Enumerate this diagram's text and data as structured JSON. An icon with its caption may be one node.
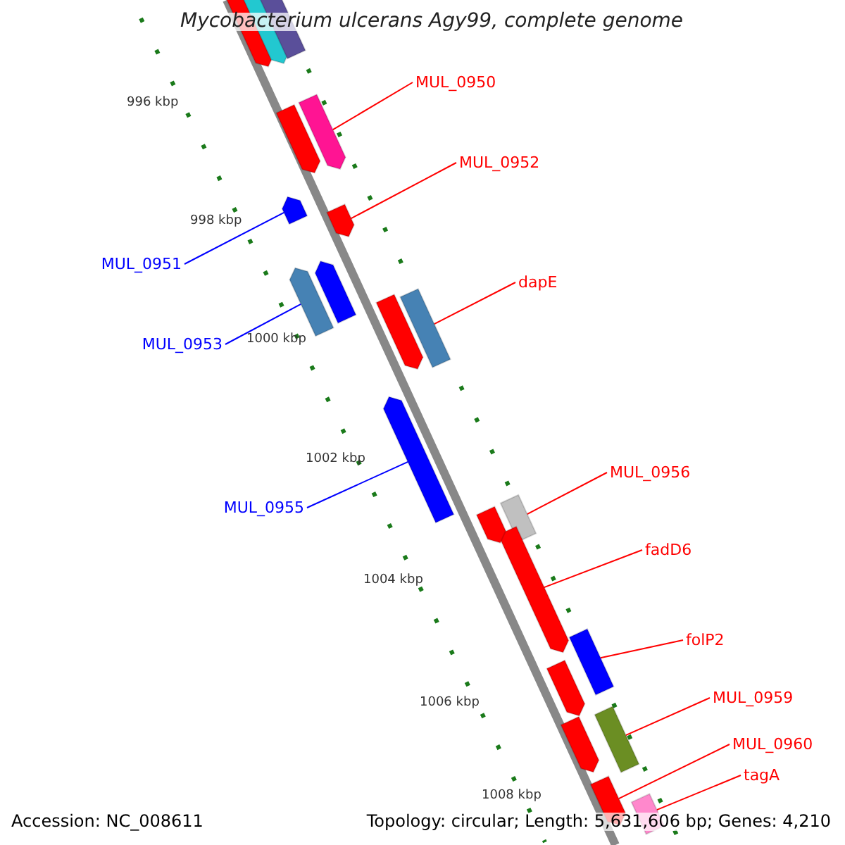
{
  "diagram": {
    "title": "Mycobacterium ulcerans Agy99, complete genome",
    "nodes": [
      {
        "text": [
          "MUL_0950"
        ]
      },
      {
        "text": [],
        "shape": "bar"
      },
      {
        "text": [
          "MUL_0952"
        ]
      },
      {
        "text": [],
        "shape": "bar"
      },
      {
        "text": [
          "MUL_0951"
        ]
      },
      {
        "text": [],
        "shape": "bar"
      },
      {
        "text": [
          "MUL_0953"
        ]
      },
      {
        "text": [],
        "shape": "bar"
      },
      {
        "text": [
          "dapE"
        ]
      },
      {
        "text": [],
        "shape": "bar"
      },
      {
        "text": [
          "MUL_0955"
        ]
      },
      {
        "text": [],
        "shape": "bar"
      },
      {
        "text": [
          "MUL_0956"
        ]
      },
      {
        "text": [],
        "shape": "bar"
      },
      {
        "text": [
          "fadD6"
        ]
      },
      {
        "text": [],
        "shape": "bar"
      },
      {
        "text": [
          "folP2"
        ]
      },
      {
        "text": [],
        "shape": "bar"
      },
      {
        "text": [
          "MUL_0959"
        ]
      },
      {
        "text": [],
        "shape": "bar"
      },
      {
        "text": [
          "MUL_0960"
        ]
      },
      {
        "text": [],
        "shape": "bar"
      },
      {
        "text": [
          "tagA"
        ]
      },
      {
        "text": [],
        "shape": "bar"
      },
      {
        "text": [],
        "shape": "bar"
      },
      {
        "text": [],
        "shape": "bar"
      },
      {
        "text": [],
        "shape": "bar"
      },
      {
        "text": [],
        "shape": "bar"
      },
      {
        "text": [],
        "shape": "bar"
      },
      {
        "text": [],
        "shape": "bar"
      },
      {
        "text": [],
        "shape": "bar"
      },
      {
        "text": [],
        "shape": "bar"
      },
      {
        "text": [],
        "shape": "bar"
      }
    ],
    "edges": [
      {
        "from": 0,
        "to": 1,
        "arrow": "none"
      },
      {
        "from": 2,
        "to": 3,
        "arrow": "none"
      },
      {
        "from": 4,
        "to": 5,
        "arrow": "none",
        "color": "#0000ff"
      },
      {
        "from": 6,
        "to": 7,
        "arrow": "none",
        "color": "#0000ff"
      },
      {
        "from": 8,
        "to": 9,
        "arrow": "none"
      },
      {
        "from": 10,
        "to": 11,
        "arrow": "none",
        "color": "#0000ff"
      },
      {
        "from": 12,
        "to": 13,
        "arrow": "none"
      },
      {
        "from": 14,
        "to": 15,
        "arrow": "none"
      },
      {
        "from": 16,
        "to": 17,
        "arrow": "none"
      },
      {
        "from": 18,
        "to": 19,
        "arrow": "none"
      },
      {
        "from": 20,
        "to": 21,
        "arrow": "none"
      },
      {
        "from": 22,
        "to": 23,
        "arrow": "none"
      }
    ],
    "labels": [
      "996 kbp",
      "998 kbp",
      "1000 kbp",
      "1002 kbp",
      "1004 kbp",
      "1006 kbp",
      "1008 kbp",
      "Accession: NC_008611",
      "Topology: circular; Length: 5,631,606 bp; Genes: 4,210"
    ]
  }
}
